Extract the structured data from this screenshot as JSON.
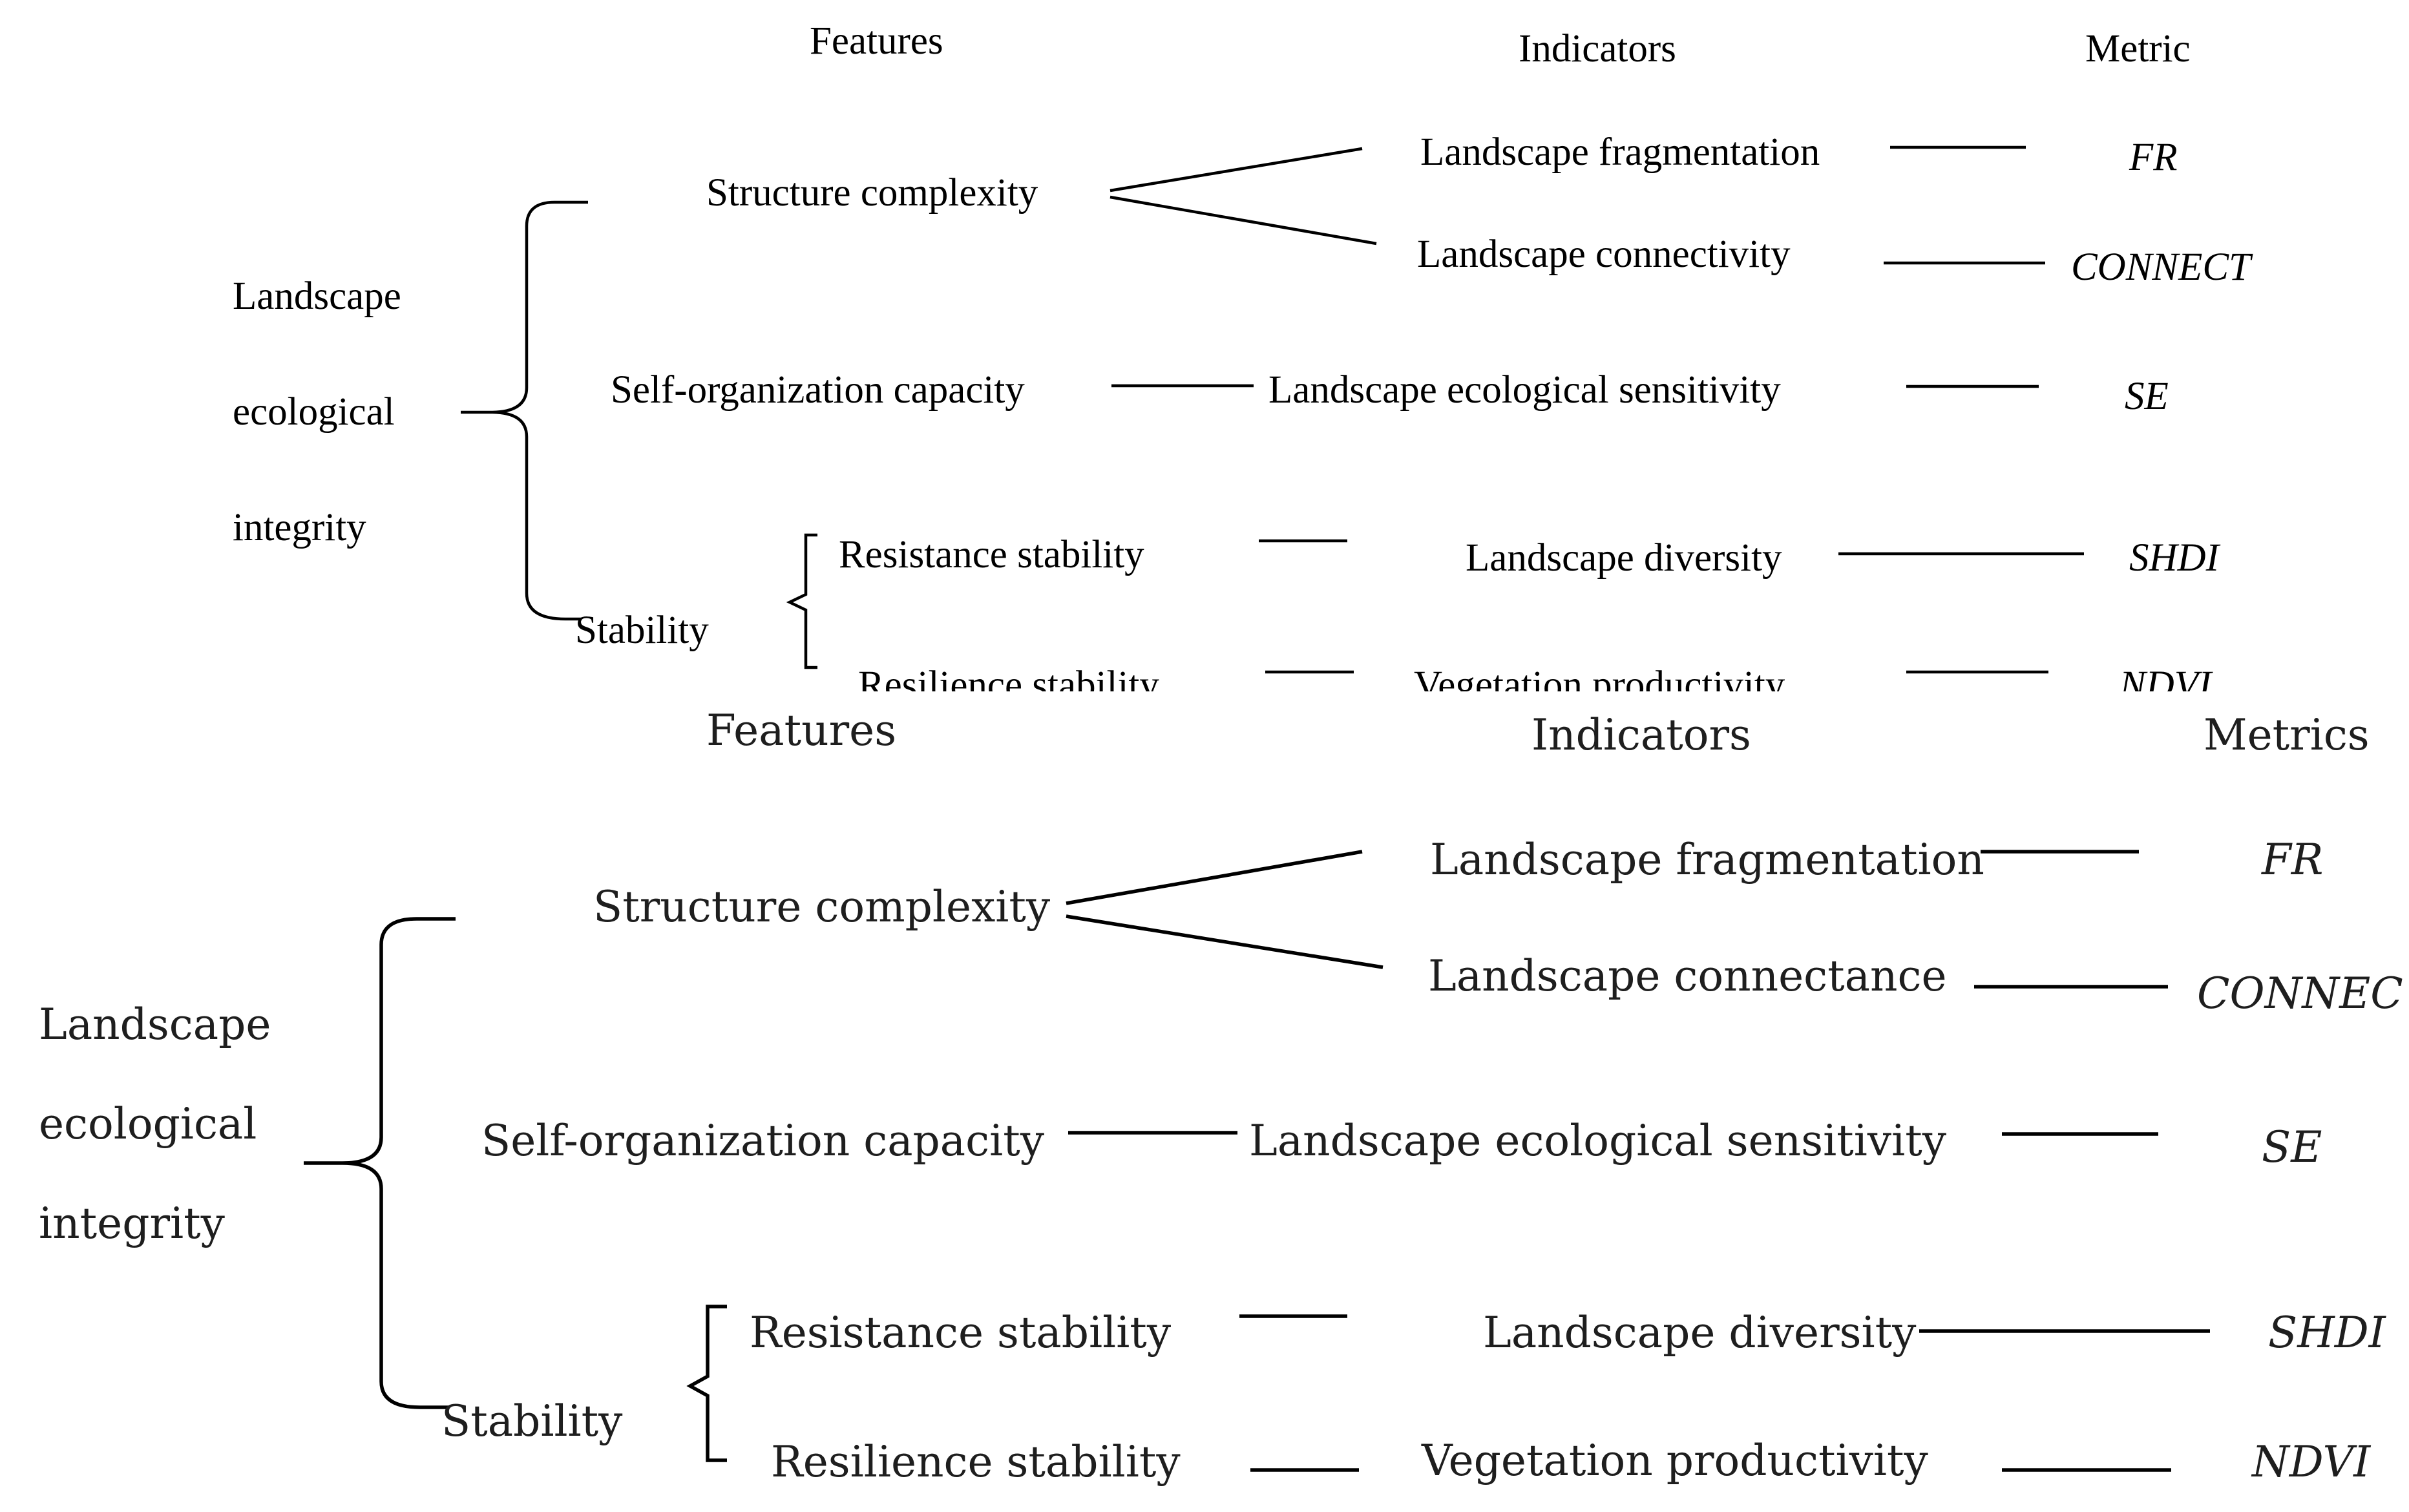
{
  "panels": [
    {
      "headers": {
        "features": "Features",
        "indicators": "Indicators",
        "metric": "Metric"
      },
      "root": [
        "Landscape",
        "ecological",
        "integrity"
      ],
      "features": {
        "structure": "Structure complexity",
        "self_org": "Self-organization capacity",
        "stability": "Stability",
        "resistance": "Resistance stability",
        "resilience": "Resilience stability"
      },
      "indicators": {
        "fragmentation": "Landscape fragmentation",
        "connectivity": "Landscape connectivity",
        "sensitivity": "Landscape ecological sensitivity",
        "diversity": "Landscape diversity",
        "productivity": "Vegetation productivity"
      },
      "metrics": {
        "fr": "FR",
        "connect": "CONNECT",
        "se": "SE",
        "shdi": "SHDI",
        "ndvi": "NDVI"
      }
    },
    {
      "headers": {
        "features": "Features",
        "indicators": "Indicators",
        "metric": "Metrics"
      },
      "root": [
        "Landscape",
        "ecological",
        "integrity"
      ],
      "features": {
        "structure": "Structure complexity",
        "self_org": "Self-organization capacity",
        "stability": "Stability",
        "resistance": "Resistance stability",
        "resilience": "Resilience stability"
      },
      "indicators": {
        "fragmentation": "Landscape fragmentation",
        "connectivity": "Landscape connectance",
        "sensitivity": "Landscape ecological sensitivity",
        "diversity": "Landscape diversity",
        "productivity": "Vegetation productivity"
      },
      "metrics": {
        "fr": "FR",
        "connect": "CONNEC",
        "se": "SE",
        "shdi": "SHDI",
        "ndvi": "NDVI"
      }
    }
  ]
}
